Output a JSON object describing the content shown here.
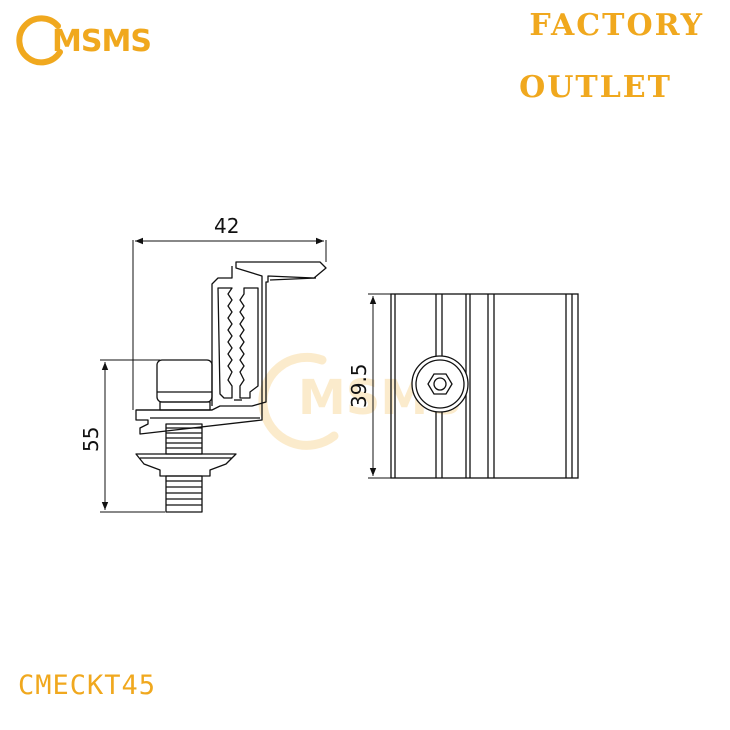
{
  "brand": {
    "logo_text": "MSMS",
    "color": "#f0a81e",
    "watermark_text": "MSMS"
  },
  "slogan": {
    "line1": "FACTORY",
    "line2": "OUTLET"
  },
  "dimensions": {
    "width": "42",
    "height": "55",
    "side_height": "39.5"
  },
  "model": "CMECKT45",
  "icons": [
    "logo-ring-icon",
    "hex-socket-icon"
  ]
}
